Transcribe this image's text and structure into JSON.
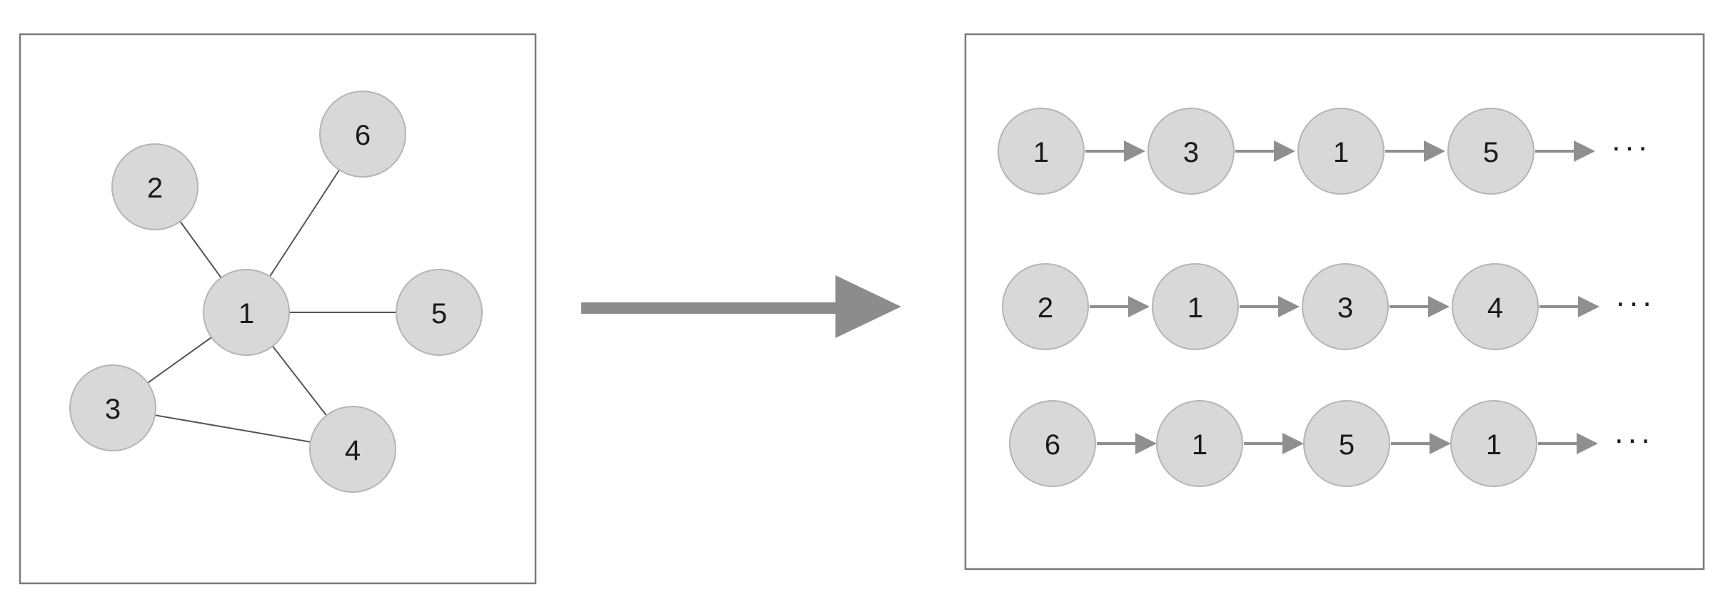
{
  "graph": {
    "nodes": [
      {
        "id": "1",
        "label": "1"
      },
      {
        "id": "2",
        "label": "2"
      },
      {
        "id": "3",
        "label": "3"
      },
      {
        "id": "4",
        "label": "4"
      },
      {
        "id": "5",
        "label": "5"
      },
      {
        "id": "6",
        "label": "6"
      }
    ],
    "edges": [
      [
        "1",
        "2"
      ],
      [
        "1",
        "6"
      ],
      [
        "1",
        "5"
      ],
      [
        "1",
        "3"
      ],
      [
        "1",
        "4"
      ],
      [
        "3",
        "4"
      ]
    ]
  },
  "walks": [
    {
      "nodes": [
        "1",
        "3",
        "1",
        "5"
      ],
      "continuation": "···"
    },
    {
      "nodes": [
        "2",
        "1",
        "3",
        "4"
      ],
      "continuation": "···"
    },
    {
      "nodes": [
        "6",
        "1",
        "5",
        "1"
      ],
      "continuation": "···"
    }
  ],
  "colors": {
    "node_fill": "#d8d8d8",
    "node_stroke": "#b5b5b5",
    "edge": "#555555",
    "arrow": "#8c8c8c",
    "frame": "#7a7a7a"
  }
}
